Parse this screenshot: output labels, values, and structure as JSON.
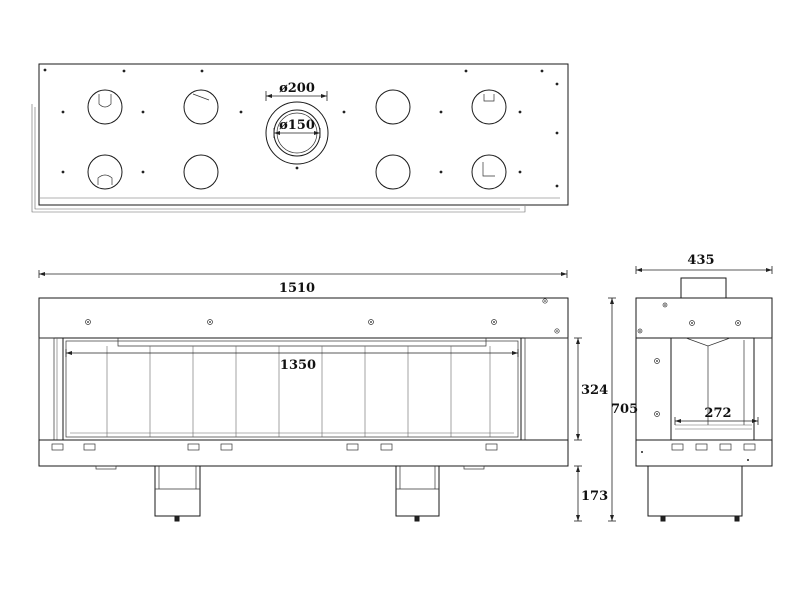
{
  "dimensions": {
    "top_view": {
      "outer_pipe": "ø200",
      "inner_pipe": "ø150"
    },
    "front_view": {
      "overall_width": "1510",
      "glass_width": "1350",
      "glass_height": "324",
      "total_height": "705",
      "base_height": "173"
    },
    "side_view": {
      "depth": "435",
      "inner_depth": "272"
    }
  },
  "colors": {
    "line": "#1a1a1a",
    "background": "#ffffff"
  }
}
